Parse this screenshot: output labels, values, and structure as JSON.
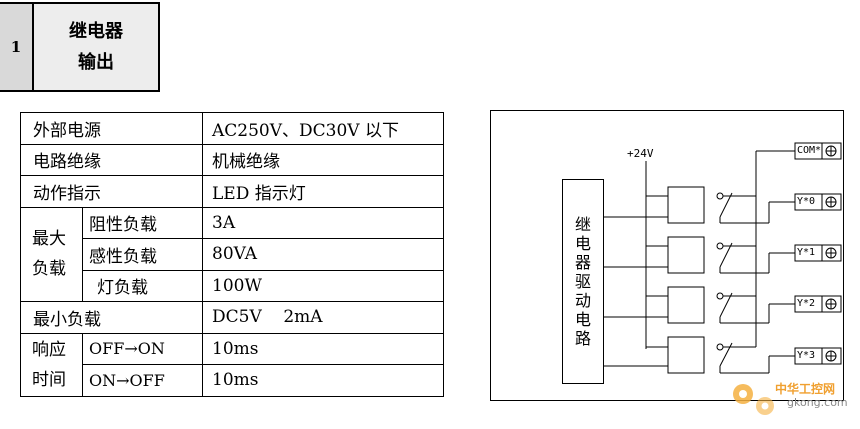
{
  "header": {
    "number": "1",
    "title_line1": "继电器",
    "title_line2": "输出"
  },
  "spec_table": {
    "rows": [
      {
        "label": "外部电源",
        "value": "AC250V、DC30V 以下"
      },
      {
        "label": "电路绝缘",
        "value": "机械绝缘"
      },
      {
        "label": "动作指示",
        "value": "LED 指示灯"
      }
    ],
    "max_load": {
      "label_line1": "最大",
      "label_line2": "负载",
      "items": [
        {
          "label": "阻性负载",
          "value": "3A"
        },
        {
          "label": "感性负载",
          "value": "80VA"
        },
        {
          "label": "灯负载",
          "value": "100W"
        }
      ]
    },
    "min_load": {
      "label": "最小负载",
      "value": "DC5V    2mA"
    },
    "response": {
      "label_line1": "响应",
      "label_line2": "时间",
      "items": [
        {
          "label": "OFF→ON",
          "value": "10ms"
        },
        {
          "label": "ON→OFF",
          "value": "10ms"
        }
      ]
    }
  },
  "diagram": {
    "supply": "+24V",
    "driver": [
      "继",
      "电",
      "器",
      "驱",
      "动",
      "电",
      "路"
    ],
    "terminals": [
      "COM*",
      "Y*0",
      "Y*1",
      "Y*2",
      "Y*3"
    ]
  },
  "watermark": {
    "line1": "中华工控网",
    "line2": "gkong.com"
  }
}
